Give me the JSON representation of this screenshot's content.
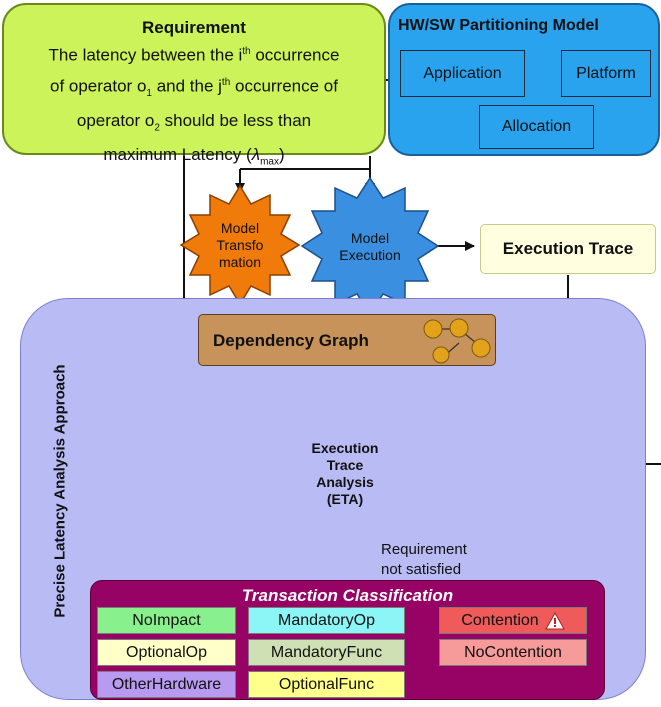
{
  "requirement": {
    "title": "Requirement",
    "line1": "The latency between the i",
    "sup_th_1": "th",
    "line1_end": " occurrence",
    "line2_start": "of  operator o",
    "sub_1": "1",
    "line2_mid": " and the j",
    "sup_th_2": "th",
    "line2_end": " occurrence of",
    "line3_start": "operator o",
    "sub_2": "2",
    "line3_end": " should be less than",
    "line4_start": "maximum Latency (",
    "lambda": "λ",
    "sub_max": "max",
    "line4_end": ")",
    "fill_color": "#ccf35a"
  },
  "hwsw": {
    "title": "HW/SW Partitioning Model",
    "application": "Application",
    "platform": "Platform",
    "allocation": "Allocation",
    "fill_color": "#2aa3ef"
  },
  "gears": {
    "transformation": [
      "Model",
      "Transfo",
      "mation"
    ],
    "execution": [
      "Model",
      "Execution"
    ],
    "eta": [
      "Execution",
      "Trace",
      "Analysis",
      "(ETA)"
    ],
    "colors": {
      "transformation": "#f07a0a",
      "execution": "#3b8fe0",
      "eta": "#15c40f"
    }
  },
  "execution_trace": "Execution  Trace",
  "approach_label": "Precise Latency Analysis Approach",
  "dependency_graph": {
    "label": "Dependency Graph",
    "icon": "graph-nodes-icon"
  },
  "requirement_status": [
    "Requirement",
    "not satisfied"
  ],
  "transaction_classification": {
    "title": "Transaction Classification",
    "items": {
      "noimpact": "NoImpact",
      "mandatoryop": "MandatoryOp",
      "contention": "Contention",
      "optionalop": "OptionalOp",
      "mandatoryfunc": "MandatoryFunc",
      "nocontention": "NoContention",
      "otherhardware": "OtherHardware",
      "optionalfunc": "OptionalFunc"
    },
    "colors": {
      "noimpact": "#88f08c",
      "mandatoryop": "#8cf5f5",
      "contention": "#ef5a5a",
      "optionalop": "#ffffc8",
      "mandatoryfunc": "#cfe0b4",
      "nocontention": "#f79a9a",
      "otherhardware": "#b89af0",
      "optionalfunc": "#ffff8c"
    },
    "warning_icon": "warning-triangle-icon"
  }
}
